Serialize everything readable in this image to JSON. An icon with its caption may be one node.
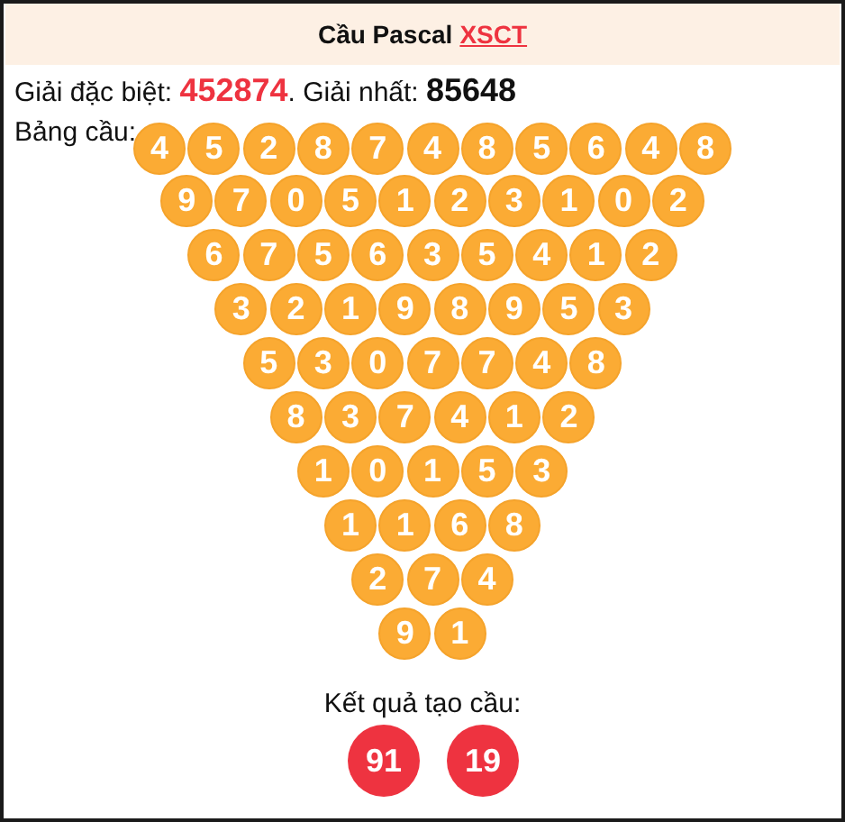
{
  "diagram": {
    "title": "Cầu Pascal",
    "nodes": [
      {
        "text": [
          "4"
        ]
      },
      {
        "text": [
          "5"
        ]
      },
      {
        "text": [
          "2"
        ]
      },
      {
        "text": [
          "8"
        ]
      },
      {
        "text": [
          "7"
        ]
      },
      {
        "text": [
          "4"
        ]
      },
      {
        "text": [
          "8"
        ]
      },
      {
        "text": [
          "5"
        ]
      },
      {
        "text": [
          "6"
        ]
      },
      {
        "text": [
          "4"
        ]
      },
      {
        "text": [
          "8"
        ]
      },
      {
        "text": [
          "9"
        ]
      },
      {
        "text": [
          "7"
        ]
      },
      {
        "text": [
          "0"
        ]
      },
      {
        "text": [
          "5"
        ]
      },
      {
        "text": [
          "1"
        ]
      },
      {
        "text": [
          "2"
        ]
      },
      {
        "text": [
          "3"
        ]
      },
      {
        "text": [
          "1"
        ]
      },
      {
        "text": [
          "0"
        ]
      },
      {
        "text": [
          "2"
        ]
      },
      {
        "text": [
          "6"
        ]
      },
      {
        "text": [
          "7"
        ]
      },
      {
        "text": [
          "5"
        ]
      },
      {
        "text": [
          "6"
        ]
      },
      {
        "text": [
          "3"
        ]
      },
      {
        "text": [
          "5"
        ]
      },
      {
        "text": [
          "4"
        ]
      },
      {
        "text": [
          "1"
        ]
      },
      {
        "text": [
          "2"
        ]
      },
      {
        "text": [
          "3"
        ]
      },
      {
        "text": [
          "2"
        ]
      },
      {
        "text": [
          "1"
        ]
      },
      {
        "text": [
          "9"
        ]
      },
      {
        "text": [
          "8"
        ]
      },
      {
        "text": [
          "9"
        ]
      },
      {
        "text": [
          "5"
        ]
      },
      {
        "text": [
          "3"
        ]
      },
      {
        "text": [
          "5"
        ]
      },
      {
        "text": [
          "3"
        ]
      },
      {
        "text": [
          "0"
        ]
      },
      {
        "text": [
          "7"
        ]
      },
      {
        "text": [
          "7"
        ]
      },
      {
        "text": [
          "4"
        ]
      },
      {
        "text": [
          "8"
        ]
      },
      {
        "text": [
          "8"
        ]
      },
      {
        "text": [
          "3"
        ]
      },
      {
        "text": [
          "7"
        ]
      },
      {
        "text": [
          "4"
        ]
      },
      {
        "text": [
          "1"
        ]
      },
      {
        "text": [
          "2"
        ]
      },
      {
        "text": [
          "1"
        ]
      },
      {
        "text": [
          "0"
        ]
      },
      {
        "text": [
          "1"
        ]
      },
      {
        "text": [
          "5"
        ]
      },
      {
        "text": [
          "3"
        ]
      },
      {
        "text": [
          "1"
        ]
      },
      {
        "text": [
          "1"
        ]
      },
      {
        "text": [
          "6"
        ]
      },
      {
        "text": [
          "8"
        ]
      },
      {
        "text": [
          "2"
        ]
      },
      {
        "text": [
          "7"
        ]
      },
      {
        "text": [
          "4"
        ]
      },
      {
        "text": [
          "9"
        ]
      },
      {
        "text": [
          "1"
        ]
      },
      {
        "text": [
          "91"
        ]
      },
      {
        "text": [
          "19"
        ]
      }
    ],
    "labels": [
      "XSCT",
      "Giải đặc biệt: **452874**. Giải nhất: **85648**",
      "Bảng cầu:",
      "Kết quả tạo cầu:"
    ]
  }
}
